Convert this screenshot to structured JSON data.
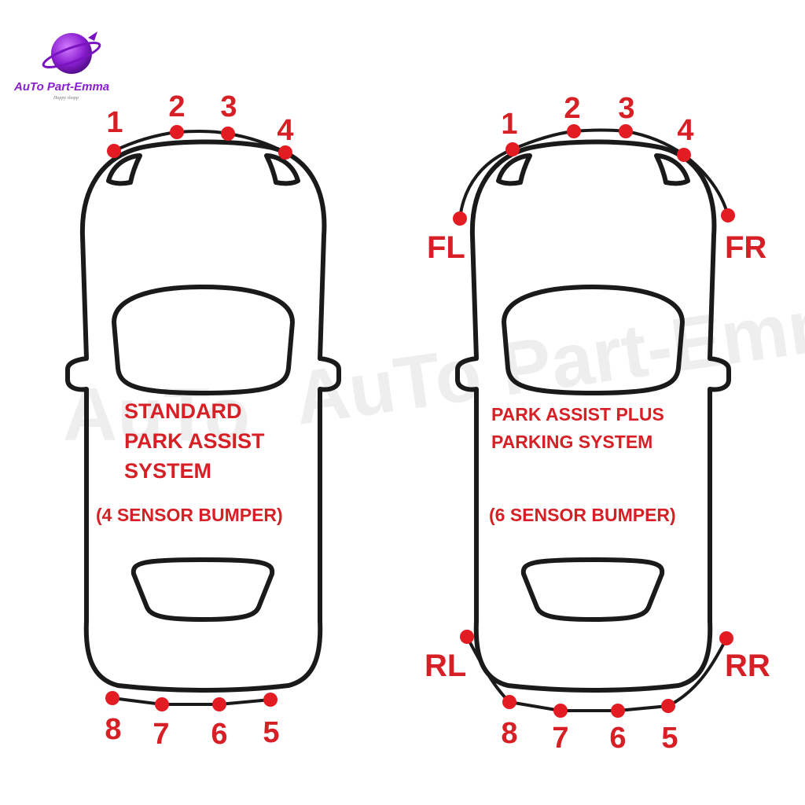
{
  "logo": {
    "brand": "AuTo Part-Emma",
    "tagline": "Happy shopp"
  },
  "watermark": "AuTo Part-Emma",
  "diagrams": [
    {
      "id": "standard",
      "title_lines": [
        "STANDARD",
        "PARK ASSIST",
        "SYSTEM"
      ],
      "subtitle": "(4 SENSOR BUMPER)",
      "front_sensors": [
        "1",
        "2",
        "3",
        "4"
      ],
      "rear_sensors": [
        "8",
        "7",
        "6",
        "5"
      ]
    },
    {
      "id": "plus",
      "title_lines": [
        "PARK ASSIST PLUS",
        "PARKING SYSTEM"
      ],
      "subtitle": "(6 SENSOR BUMPER)",
      "front_sensors": [
        "1",
        "2",
        "3",
        "4"
      ],
      "rear_sensors": [
        "8",
        "7",
        "6",
        "5"
      ],
      "corner_labels": {
        "front_left": "FL",
        "front_right": "FR",
        "rear_left": "RL",
        "rear_right": "RR"
      }
    }
  ],
  "colors": {
    "sensor": "#e31b23",
    "label": "#d71f26",
    "outline": "#1a1a1a",
    "logo": "#8a1fd0"
  }
}
